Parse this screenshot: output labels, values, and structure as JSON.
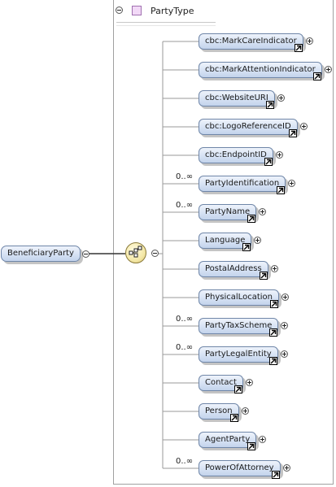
{
  "type": {
    "label": "PartyType",
    "icon": "complex-type-icon"
  },
  "root": {
    "label": "BeneficiaryParty"
  },
  "compositor": {
    "icon": "sequence-compositor-icon"
  },
  "elements": [
    {
      "label": "cbc:MarkCareIndicator",
      "occurrence": ""
    },
    {
      "label": "cbc:MarkAttentionIndicator",
      "occurrence": ""
    },
    {
      "label": "cbc:WebsiteURI",
      "occurrence": ""
    },
    {
      "label": "cbc:LogoReferenceID",
      "occurrence": ""
    },
    {
      "label": "cbc:EndpointID",
      "occurrence": ""
    },
    {
      "label": "PartyIdentification",
      "occurrence": "0..∞"
    },
    {
      "label": "PartyName",
      "occurrence": "0..∞"
    },
    {
      "label": "Language",
      "occurrence": ""
    },
    {
      "label": "PostalAddress",
      "occurrence": ""
    },
    {
      "label": "PhysicalLocation",
      "occurrence": ""
    },
    {
      "label": "PartyTaxScheme",
      "occurrence": "0..∞"
    },
    {
      "label": "PartyLegalEntity",
      "occurrence": "0..∞"
    },
    {
      "label": "Contact",
      "occurrence": ""
    },
    {
      "label": "Person",
      "occurrence": ""
    },
    {
      "label": "AgentParty",
      "occurrence": ""
    },
    {
      "label": "PowerOfAttorney",
      "occurrence": "0..∞"
    }
  ],
  "colors": {
    "node_border": "#6f86a8",
    "node_fill": "#d6e2f4",
    "type_icon": "#f2d9f7",
    "compositor_fill": "#f4e8a8"
  }
}
